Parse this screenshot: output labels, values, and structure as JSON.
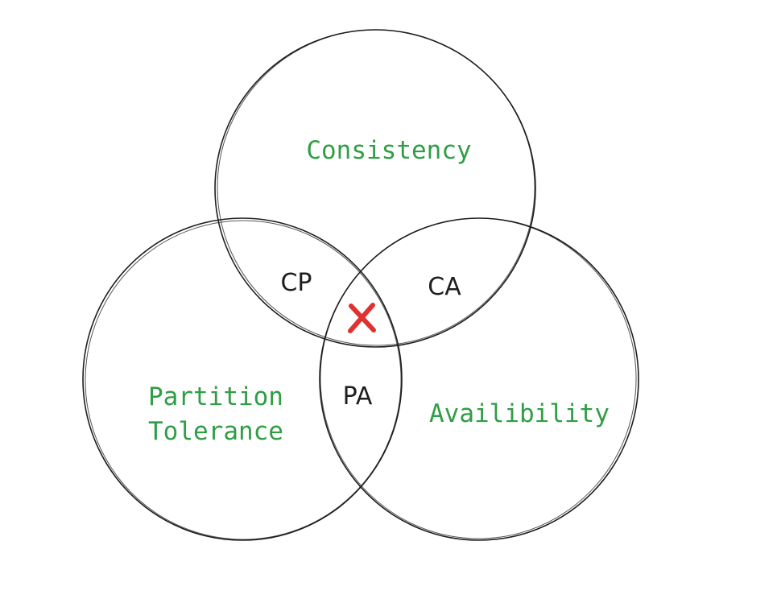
{
  "diagram": {
    "sets": {
      "consistency": "Consistency",
      "partition_tolerance_line1": "Partition",
      "partition_tolerance_line2": "Tolerance",
      "availability": "Availibility"
    },
    "intersections": {
      "cp": "CP",
      "ca": "CA",
      "pa": "PA"
    },
    "center_marker": "cross-icon",
    "colors": {
      "set_label": "#2f9e44",
      "intersection_label": "#1e1e1e",
      "outline": "#1e1e1e",
      "cross": "#e03131",
      "background": "#ffffff"
    }
  }
}
